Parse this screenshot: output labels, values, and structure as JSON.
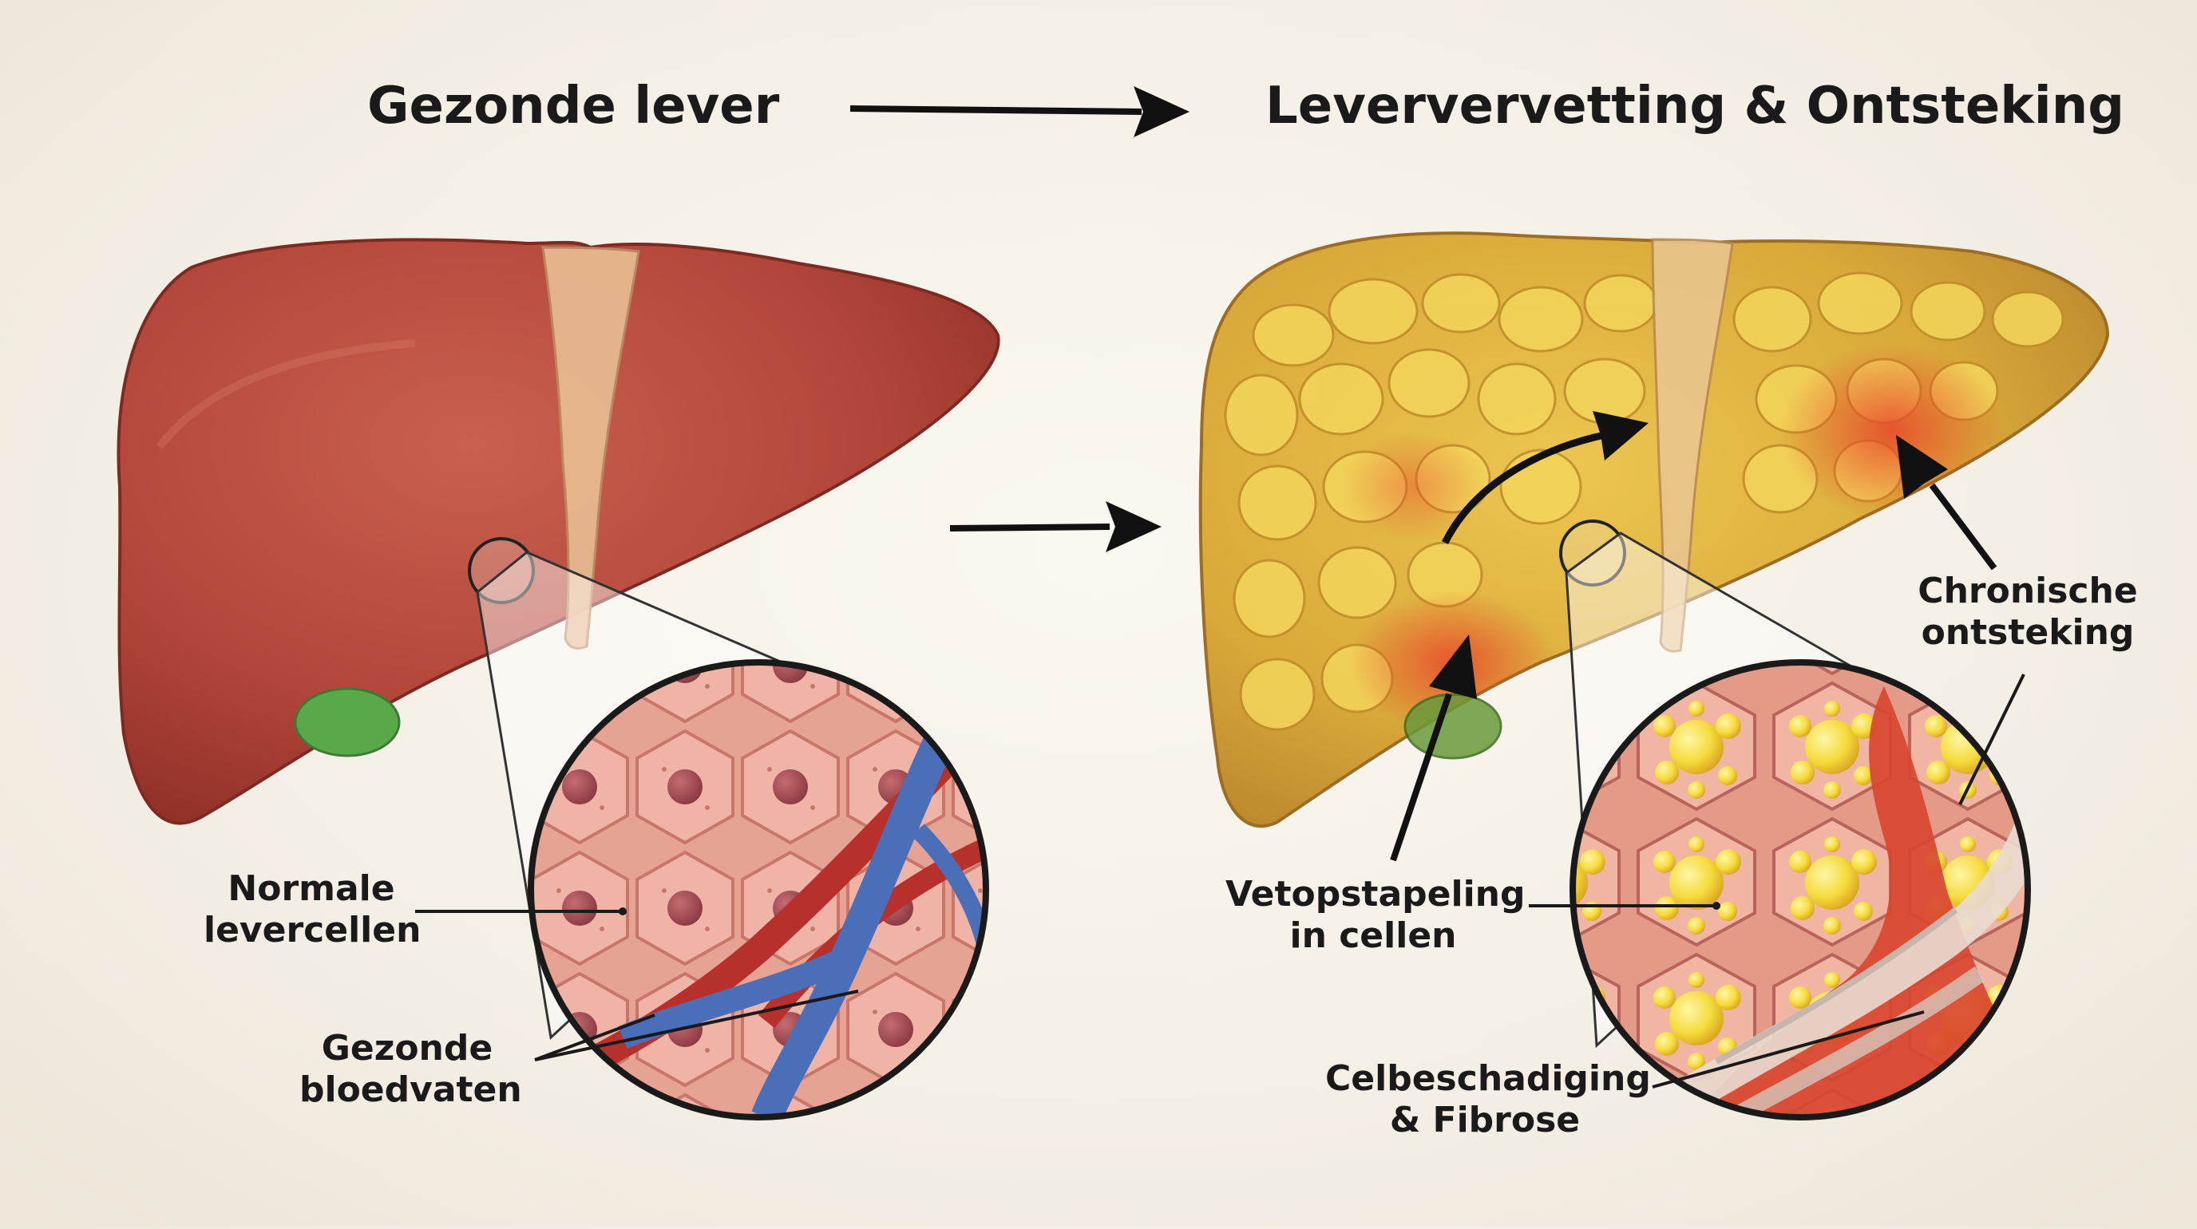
{
  "titles": {
    "left": "Gezonde lever",
    "right": "Leververvetting & Ontsteking"
  },
  "labels": {
    "normal_cells": [
      "Normale",
      "levercellen"
    ],
    "healthy_vessels": [
      "Gezonde",
      "bloedvaten"
    ],
    "fat_accumulation": [
      "Vetopstapeling",
      "in cellen"
    ],
    "chronic_inflammation": [
      "Chronische",
      "ontsteking"
    ],
    "cell_damage": [
      "Celbeschadiging",
      "& Fibrose"
    ]
  },
  "colors": {
    "healthy_liver": "#b3463a",
    "fatty_liver": "#d9a93a",
    "fat_droplet": "#f5dc3c",
    "inflammation": "#d8452e",
    "vein": "#4a6fb8",
    "artery": "#b8302c",
    "gallbladder": "#5aa84a"
  }
}
